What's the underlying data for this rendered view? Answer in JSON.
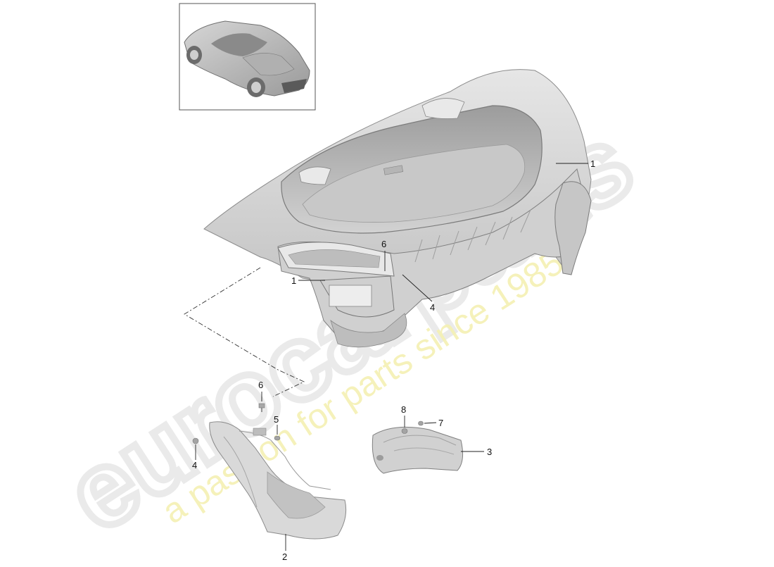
{
  "diagram": {
    "type": "exploded-parts-diagram",
    "colors": {
      "part_fill": "#dadada",
      "part_shade": "#b9b9b9",
      "part_outline": "#8a8a8a",
      "watermark_grey": "#e3e3e3",
      "watermark_yellow": "#f1ec9a",
      "callout_text": "#111111"
    },
    "watermark": {
      "brand_text": "eurocarparts",
      "tagline": "a passion for parts since 1985"
    },
    "callouts": [
      {
        "id": "c1-upper",
        "label": "1"
      },
      {
        "id": "c6-upper",
        "label": "6"
      },
      {
        "id": "c1-left",
        "label": "1"
      },
      {
        "id": "c4-upper",
        "label": "4"
      },
      {
        "id": "c6-lower",
        "label": "6"
      },
      {
        "id": "c5",
        "label": "5"
      },
      {
        "id": "c4-lower",
        "label": "4"
      },
      {
        "id": "c2",
        "label": "2"
      },
      {
        "id": "c8",
        "label": "8"
      },
      {
        "id": "c7",
        "label": "7"
      },
      {
        "id": "c3",
        "label": "3"
      }
    ]
  }
}
